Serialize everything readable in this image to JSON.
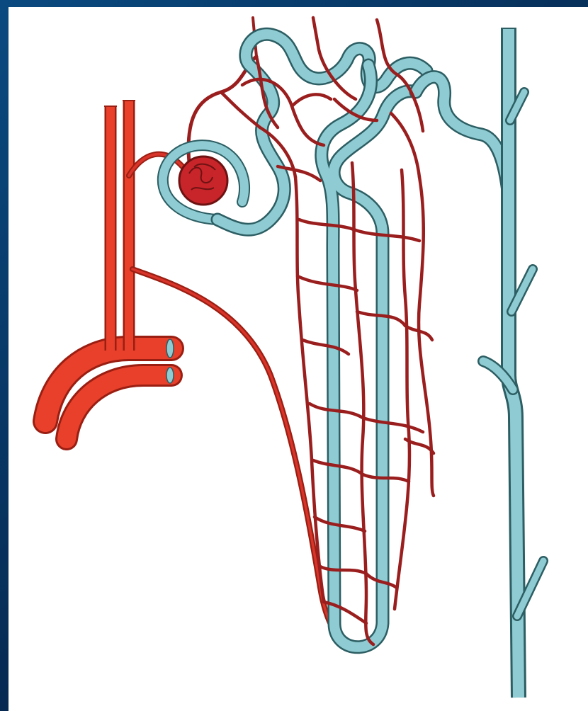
{
  "diagram": {
    "colors": {
      "background_frame": "#0b3a6a",
      "panel": "#ffffff",
      "artery": "#e8402a",
      "artery_outline": "#9a1e12",
      "capillary": "#9a1e1e",
      "tubule": "#8fcbd2",
      "tubule_outline": "#2c5e63",
      "glomerulus": "#c8252a"
    },
    "components": [
      "renal-artery",
      "afferent-arteriole",
      "glomerulus",
      "bowmans-capsule",
      "proximal-convoluted-tubule",
      "loop-of-henle",
      "distal-convoluted-tubule",
      "collecting-duct",
      "peritubular-capillaries"
    ]
  }
}
